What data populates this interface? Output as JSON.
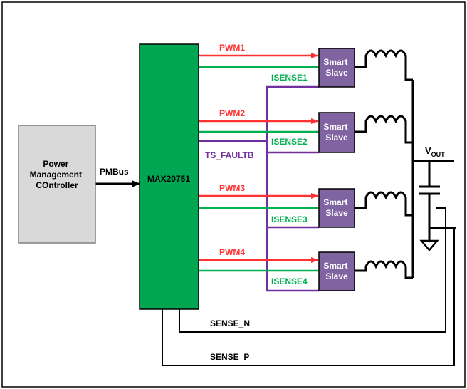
{
  "blocks": {
    "controller": "Power\nManagement\nCOntroller",
    "max": "MAX20751",
    "slave": "Smart\nSlave"
  },
  "signals": {
    "pmbus": "PMBus",
    "pwm": [
      "PWM1",
      "PWM2",
      "PWM3",
      "PWM4"
    ],
    "isense": [
      "ISENSE1",
      "ISENSE2",
      "ISENSE3",
      "ISENSE4"
    ],
    "ts_faultb": "TS_FAULTB",
    "sense_n": "SENSE_N",
    "sense_p": "SENSE_P",
    "vout_main": "V",
    "vout_sub": "OUT"
  },
  "colors": {
    "controller_fill": "#d9d9d9",
    "max_fill": "#00a651",
    "slave_fill": "#8064a2",
    "pwm": "#ff3333",
    "isense": "#00b050",
    "ts_faultb": "#7030a0",
    "wire": "#000000"
  }
}
